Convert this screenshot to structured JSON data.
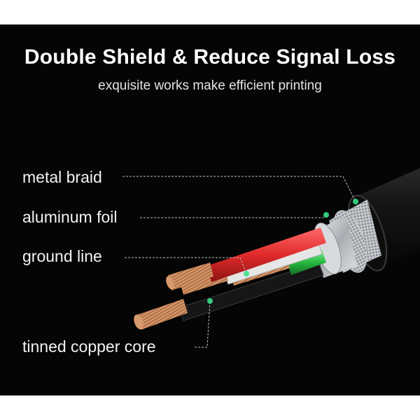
{
  "title": "Double Shield & Reduce Signal Loss",
  "subtitle": "exquisite works make efficient printing",
  "labels": {
    "metal_braid": "metal braid",
    "aluminum_foil": "aluminum foil",
    "ground_line": "ground line",
    "tinned_copper_core": "tinned copper core"
  },
  "colors": {
    "background": "#050505",
    "text": "#ffffff",
    "jacket": "#141414",
    "foil": "#c9ccd0",
    "braid": "#9a9ea3",
    "red_wire": "#e23b3b",
    "green_wire": "#2fbf4a",
    "white_wire": "#e8e8e8",
    "black_wire": "#1c1c1c",
    "copper": "#c98a5a",
    "marker": "#38e08a"
  },
  "icons": [
    "cable-cross-section-illustration"
  ]
}
